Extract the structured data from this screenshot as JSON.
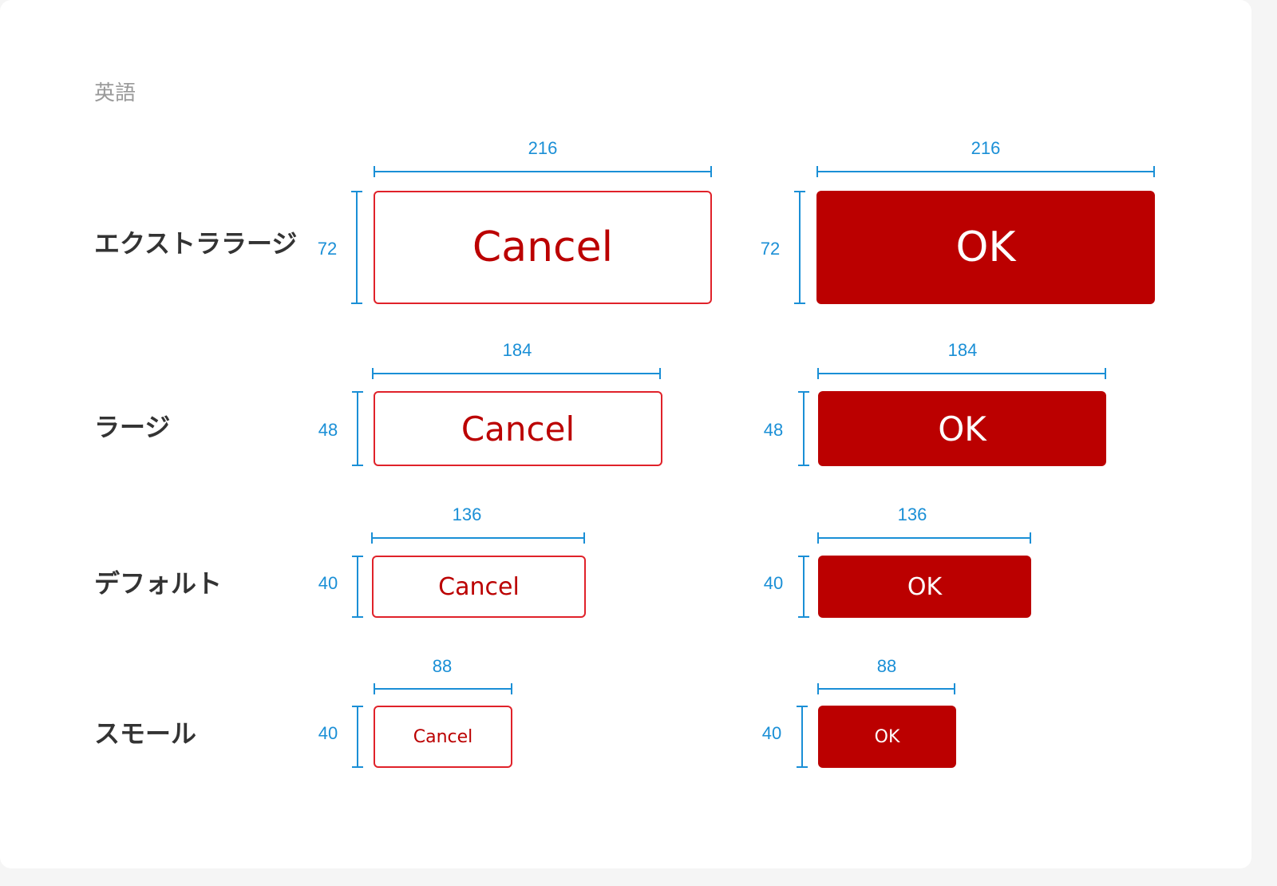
{
  "language_label": "英語",
  "accent_color": "#bb0000",
  "dimension_color": "#1a8fd6",
  "sizes": [
    {
      "label": "エクストララージ",
      "width": "216",
      "height": "72",
      "cancel_label": "Cancel",
      "ok_label": "OK"
    },
    {
      "label": "ラージ",
      "width": "184",
      "height": "48",
      "cancel_label": "Cancel",
      "ok_label": "OK"
    },
    {
      "label": "デフォルト",
      "width": "136",
      "height": "40",
      "cancel_label": "Cancel",
      "ok_label": "OK"
    },
    {
      "label": "スモール",
      "width": "88",
      "height": "40",
      "cancel_label": "Cancel",
      "ok_label": "OK"
    }
  ]
}
